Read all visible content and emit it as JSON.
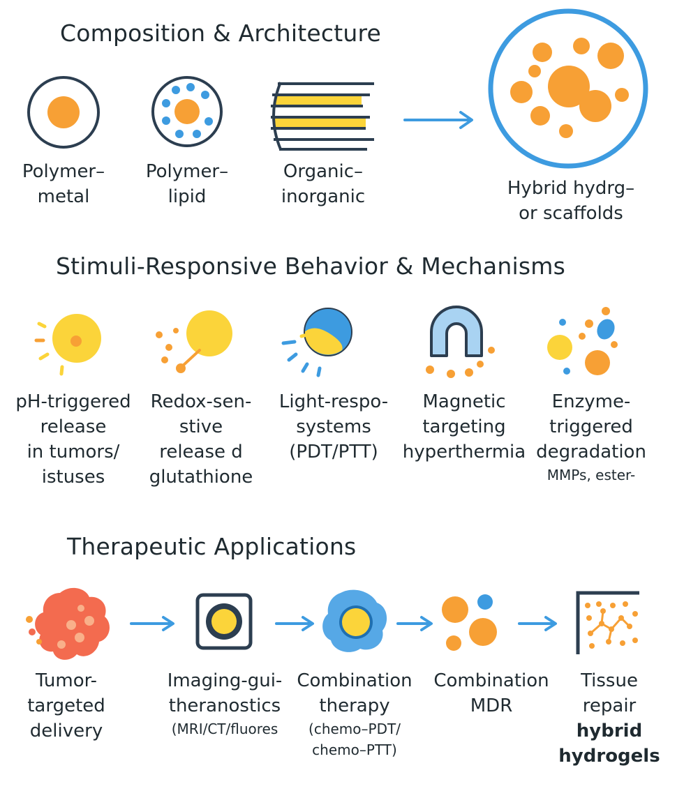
{
  "sections": {
    "composition": {
      "title": "Composition & Architecture",
      "items": [
        {
          "lines": [
            "Polymer–",
            "metal"
          ]
        },
        {
          "lines": [
            "Polymer–",
            "lipid"
          ]
        },
        {
          "lines": [
            "Organic–",
            "inorganic"
          ]
        },
        {
          "lines": [
            "Hybrid hydrg–",
            "or scaffolds"
          ]
        }
      ]
    },
    "stimuli": {
      "title": "Stimuli-Responsive Behavior & Mechanisms",
      "items": [
        {
          "lines": [
            "pH-triggered",
            "release",
            "in tumors/",
            "istuses"
          ]
        },
        {
          "lines": [
            "Redox-sen-",
            "stive",
            "release d",
            "glutathione"
          ]
        },
        {
          "lines": [
            "Light-respo-",
            "systems",
            "(PDT/PTT)"
          ]
        },
        {
          "lines": [
            "Magnetic",
            "targeting",
            "hyperthermia"
          ]
        },
        {
          "lines": [
            "Enzyme-",
            "triggered",
            "degradation"
          ],
          "note": "MMPs, ester-"
        }
      ]
    },
    "therapeutic": {
      "title": "Therapeutic Applications",
      "items": [
        {
          "lines": [
            "Tumor-",
            "targeted",
            "delivery"
          ]
        },
        {
          "lines": [
            "Imaging-gui-",
            "theranostics"
          ],
          "note": "(MRI/CT/fluores"
        },
        {
          "lines": [
            "Combination",
            "therapy"
          ],
          "notes": [
            "(chemo–PDT/",
            "chemo–PTT)"
          ]
        },
        {
          "lines": [
            "Combination",
            "MDR"
          ]
        },
        {
          "lines": [
            "Tissue",
            "repair"
          ],
          "bold_lines": [
            "hybrid",
            "hydrogels"
          ]
        }
      ]
    }
  },
  "colors": {
    "orange": "#f7a035",
    "blue": "#3d9be0",
    "yellow": "#fbd43a",
    "navy": "#2c3e50",
    "red": "#f36b4f"
  }
}
